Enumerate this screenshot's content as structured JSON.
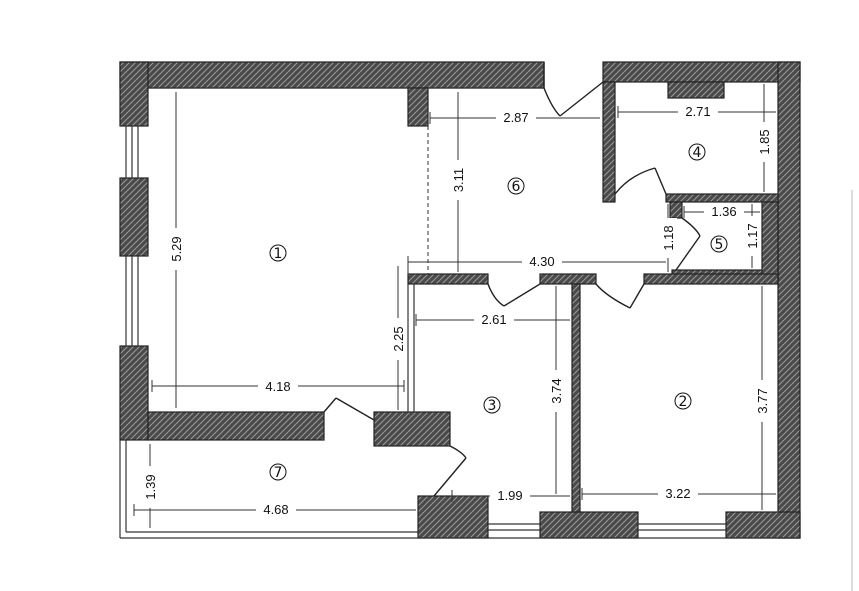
{
  "rooms": [
    {
      "id": "room-1",
      "label": "1"
    },
    {
      "id": "room-2",
      "label": "2"
    },
    {
      "id": "room-3",
      "label": "3"
    },
    {
      "id": "room-4",
      "label": "4"
    },
    {
      "id": "room-5",
      "label": "5"
    },
    {
      "id": "room-6",
      "label": "6"
    },
    {
      "id": "room-7",
      "label": "7"
    }
  ],
  "dimensions": {
    "room1_height": "5.29",
    "room1_width": "4.18",
    "room6_width": "2.87",
    "room6_height": "3.11",
    "room4_width": "2.71",
    "room4_height": "1.85",
    "room5_width": "1.36",
    "room5_height": "1.17",
    "corridor_length": "4.30",
    "hall_depth": "1.18",
    "room1_lower": "2.25",
    "room3_width": "2.61",
    "room3_height": "3.74",
    "room3_bottom": "1.99",
    "room2_height": "3.77",
    "room2_width": "3.22",
    "room7_width": "4.68",
    "room7_depth": "1.39"
  }
}
